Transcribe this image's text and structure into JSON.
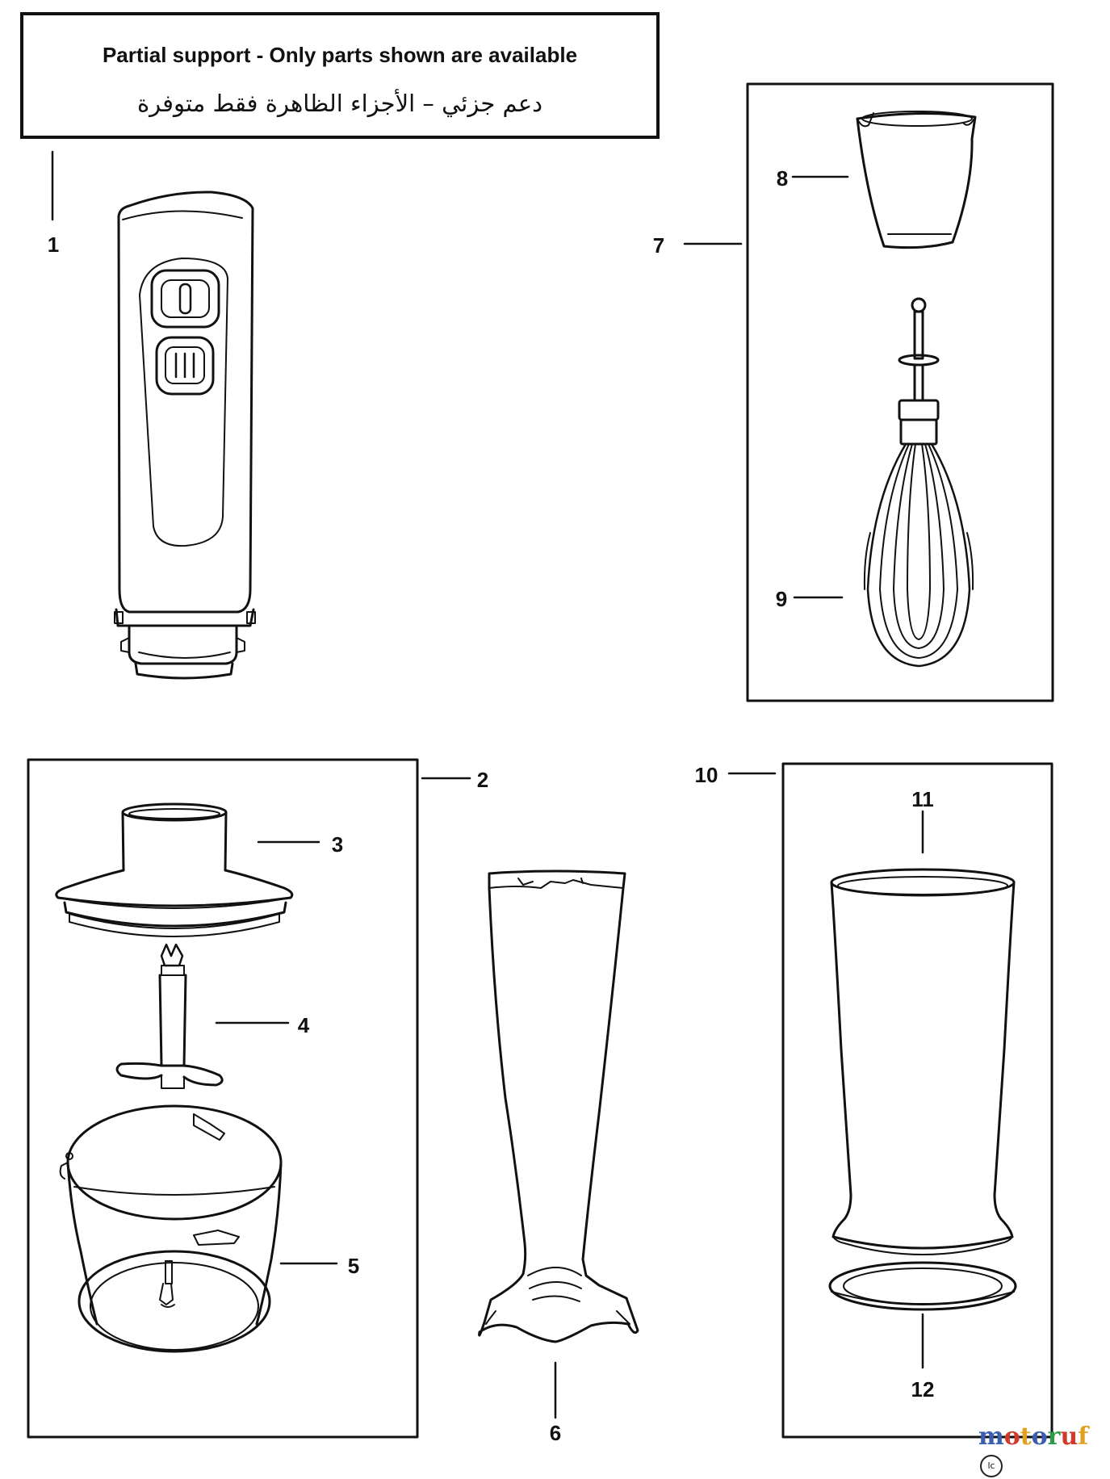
{
  "notice": {
    "english": "Partial support - Only parts shown are available",
    "arabic": "دعم جزئي – الأجزاء الظاهرة فقط متوفرة"
  },
  "parts": [
    {
      "id": "1",
      "name": "body"
    },
    {
      "id": "2",
      "name": "chopper-assembly"
    },
    {
      "id": "3",
      "name": "chopper-lid"
    },
    {
      "id": "4",
      "name": "chopper-blade"
    },
    {
      "id": "5",
      "name": "chopper-bowl"
    },
    {
      "id": "6",
      "name": "blending-shaft"
    },
    {
      "id": "7",
      "name": "whisk-assembly"
    },
    {
      "id": "8",
      "name": "whisk-gearbox"
    },
    {
      "id": "9",
      "name": "whisk"
    },
    {
      "id": "10",
      "name": "beaker-assembly"
    },
    {
      "id": "11",
      "name": "beaker"
    },
    {
      "id": "12",
      "name": "beaker-lid"
    }
  ],
  "watermark": {
    "letters": [
      "m",
      "o",
      "t",
      "o",
      "r",
      "u",
      "f"
    ],
    "colors": [
      "#3a5fb0",
      "#d03a2a",
      "#e0a020",
      "#3a5fb0",
      "#2e9a48",
      "#d03a2a",
      "#e0a020"
    ],
    "badge": "lc"
  },
  "colors": {
    "line": "#111111",
    "background": "#ffffff"
  }
}
